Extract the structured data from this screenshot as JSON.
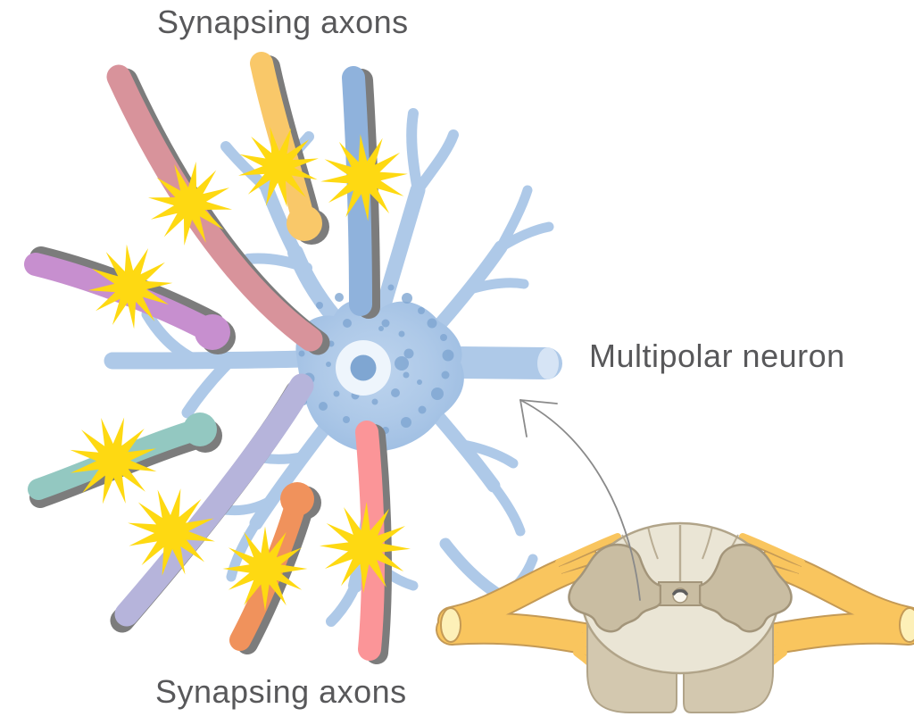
{
  "labels": {
    "synapsing_axons_top": "Synapsing axons",
    "multipolar_neuron": "Multipolar neuron",
    "synapsing_axons_bottom": "Synapsing axons"
  },
  "figure": {
    "synapse_flash_count": 8,
    "icons": {
      "synapse_flash": "yellow 12-point starburst marking each synapse",
      "pointer_arrow": "thin curved gray arrow from spinal cord gray matter to the neuron"
    }
  },
  "palette": {
    "label_text": "#58585a",
    "neuron_blue": "#aec9e8",
    "neuron_blue_dark": "#7fa6d2",
    "soma_center": "#bdd4ee",
    "soma_edge": "#9dbde2",
    "nucleus_fill": "#eef5fc",
    "nucleolus": "#7fa6d2",
    "axon_tip": "#d6e4f5",
    "shadow_gray": "#7c7c7c",
    "synapse_yellow": "#fed912",
    "axon_rose": "#d8939b",
    "axon_amber": "#f9c869",
    "axon_blue": "#8fb2dc",
    "axon_orchid": "#c78fcf",
    "axon_teal": "#93c8c1",
    "axon_lavender": "#b6b4db",
    "axon_orange": "#f0925c",
    "axon_salmon": "#fb9598",
    "nerve_yellow": "#f9c55e",
    "nerve_outline": "#c49a56",
    "nerve_tip": "#fdf0b8",
    "cord_cream": "#eae5d5",
    "cord_outline": "#b1a489",
    "cord_side": "#d3c8af",
    "gray_matter": "#c9bda2",
    "gray_matter_outline": "#a3957a",
    "canal_fill": "#faf7ee",
    "canal_shade": "#5e5e5e",
    "arrow_gray": "#8a8a8a"
  }
}
